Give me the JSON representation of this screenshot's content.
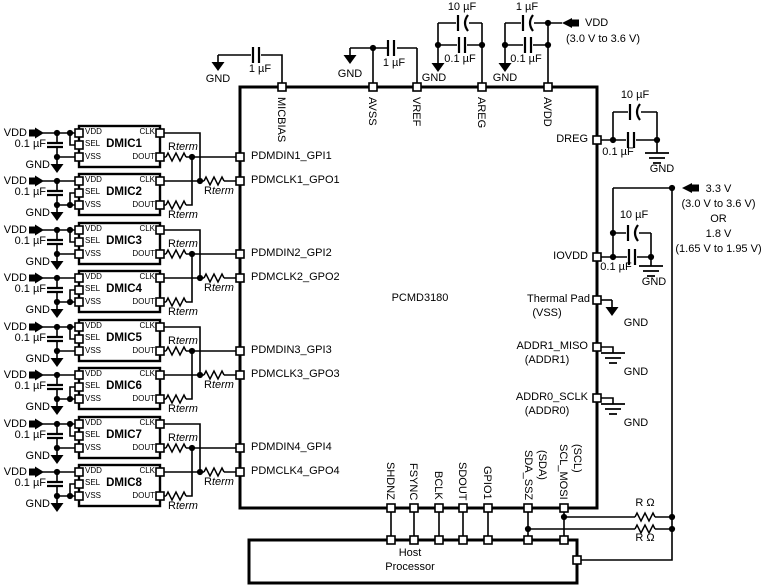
{
  "labels": {
    "gnd": "GND",
    "vdd": "VDD",
    "cap_100n": "0.1 µF",
    "cap_1u": "1 µF",
    "cap_10u": "10 µF",
    "rterm_r": "R",
    "rterm_sub": "term",
    "r_ohm": "R Ω"
  },
  "chip": {
    "name": "PCMD3180",
    "top_pins": [
      "MICBIAS",
      "AVSS",
      "VREF",
      "AREG",
      "AVDD"
    ],
    "left_pins": [
      "PDMDIN1_GPI1",
      "PDMCLK1_GPO1",
      "PDMDIN2_GPI2",
      "PDMCLK2_GPO2",
      "PDMDIN3_GPI3",
      "PDMCLK3_GPO3",
      "PDMDIN4_GPI4",
      "PDMCLK4_GPO4"
    ],
    "right_pins": [
      {
        "name": "DREG",
        "sub": ""
      },
      {
        "name": "IOVDD",
        "sub": ""
      },
      {
        "name": "Thermal Pad",
        "sub": "(VSS)"
      },
      {
        "name": "ADDR1_MISO",
        "sub": "(ADDR1)"
      },
      {
        "name": "ADDR0_SCLK",
        "sub": "(ADDR0)"
      }
    ],
    "bottom_pins": [
      {
        "name": "SHDNZ",
        "sub": ""
      },
      {
        "name": "FSYNC",
        "sub": ""
      },
      {
        "name": "BCLK",
        "sub": ""
      },
      {
        "name": "SDOUT",
        "sub": ""
      },
      {
        "name": "GPIO1",
        "sub": ""
      },
      {
        "name": "SDA_SSZ",
        "sub": "(SDA)"
      },
      {
        "name": "SCL_MOSI",
        "sub": "(SCL)"
      }
    ]
  },
  "mics": {
    "names": [
      "DMIC1",
      "DMIC2",
      "DMIC3",
      "DMIC4",
      "DMIC5",
      "DMIC6",
      "DMIC7",
      "DMIC8"
    ],
    "pins": {
      "vdd": "VDD",
      "sel": "SEL",
      "vss": "VSS",
      "clk": "CLK",
      "dout": "DOUT"
    }
  },
  "supplies": {
    "vdd_label": "VDD",
    "vdd_range": "(3.0 V to 3.6 V)",
    "io_lines": [
      "3.3 V",
      "(3.0 V to 3.6 V)",
      "OR",
      "1.8 V",
      "(1.65 V to 1.95 V)"
    ]
  },
  "host": {
    "line1": "Host",
    "line2": "Processor"
  },
  "colors": {
    "line": "#000000",
    "background": "#ffffff"
  }
}
